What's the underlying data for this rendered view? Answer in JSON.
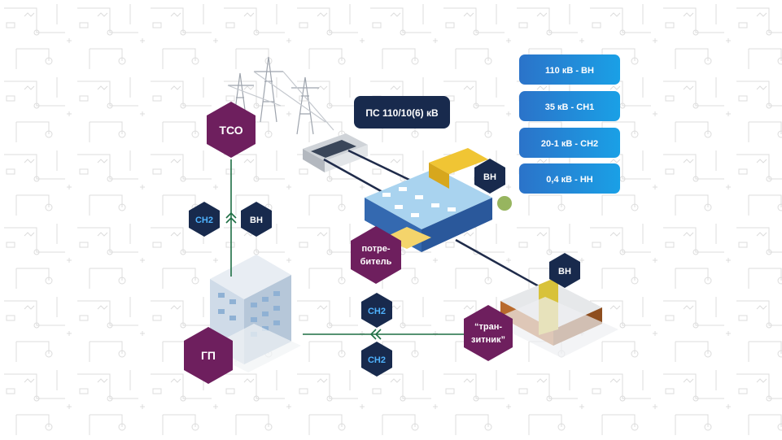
{
  "colors": {
    "purple": "#6e1f5e",
    "navy": "#182a4d",
    "green": "#1e6e44",
    "blue_grad_start": "#3b8ad6",
    "blue_grad_end": "#1d5fb4",
    "sn2_text": "#4fb3ff"
  },
  "substation": {
    "label": "ПС 110/10(6) кВ"
  },
  "legend": [
    {
      "label": "110 кВ - ВН"
    },
    {
      "label": "35 кВ - СН1"
    },
    {
      "label": "20-1 кВ - СН2"
    },
    {
      "label": "0,4 кВ - НН"
    }
  ],
  "nodes": {
    "tso": {
      "label": "ТСО"
    },
    "gp": {
      "label": "ГП"
    },
    "consumer": {
      "line1": "потре-",
      "line2": "битель"
    },
    "transit": {
      "line1": "“тран-",
      "line2": "зитник”"
    }
  },
  "badges": {
    "tso_sn2": "СН2",
    "tso_vn": "ВН",
    "factory_vn": "ВН",
    "shop_vn": "ВН",
    "transit_sn2_top": "СН2",
    "transit_sn2_bottom": "СН2"
  }
}
